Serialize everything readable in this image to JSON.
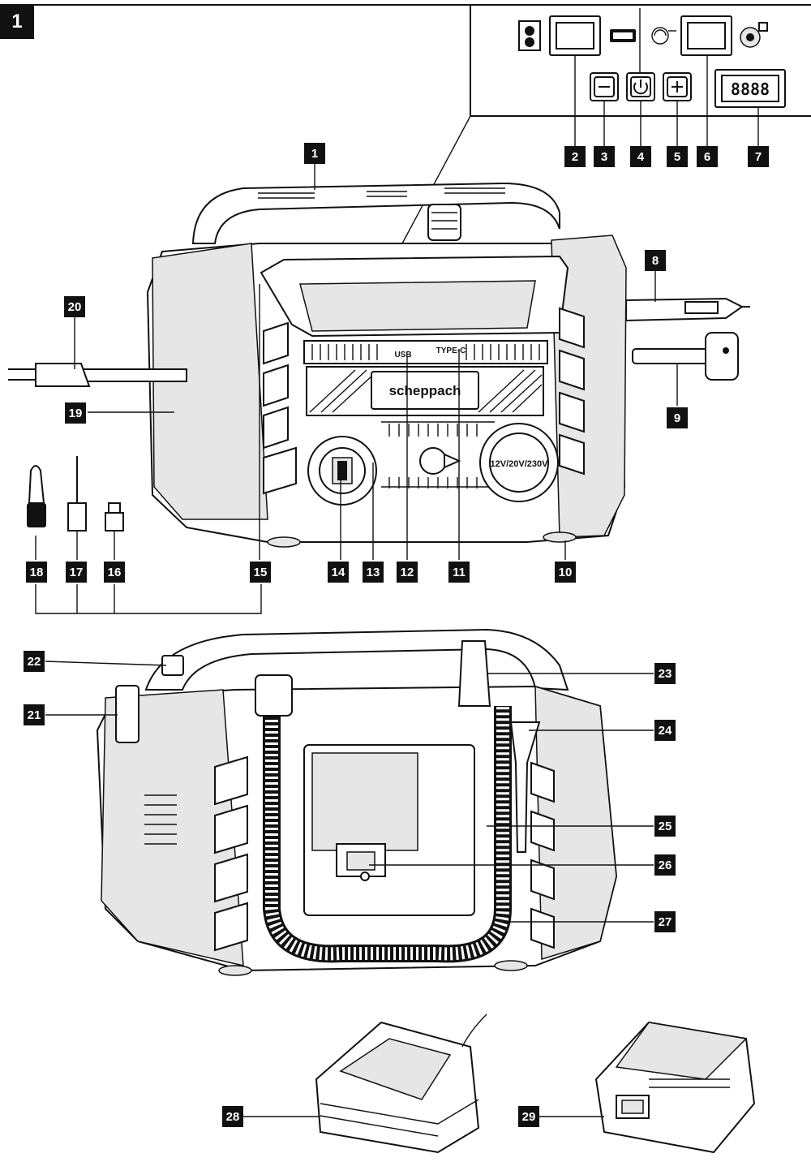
{
  "figure_label": "1",
  "panel": {
    "display_readout": "8888"
  },
  "device_labels": {
    "usb": "USB",
    "type_c": "TYPE-C",
    "brand": "scheppach",
    "voltage": "12V/20V/230V"
  },
  "callouts": [
    "1",
    "2",
    "3",
    "4",
    "5",
    "6",
    "7",
    "8",
    "9",
    "10",
    "11",
    "12",
    "13",
    "14",
    "15",
    "16",
    "17",
    "18",
    "19",
    "20",
    "21",
    "22",
    "23",
    "24",
    "25",
    "26",
    "27",
    "28",
    "29"
  ]
}
